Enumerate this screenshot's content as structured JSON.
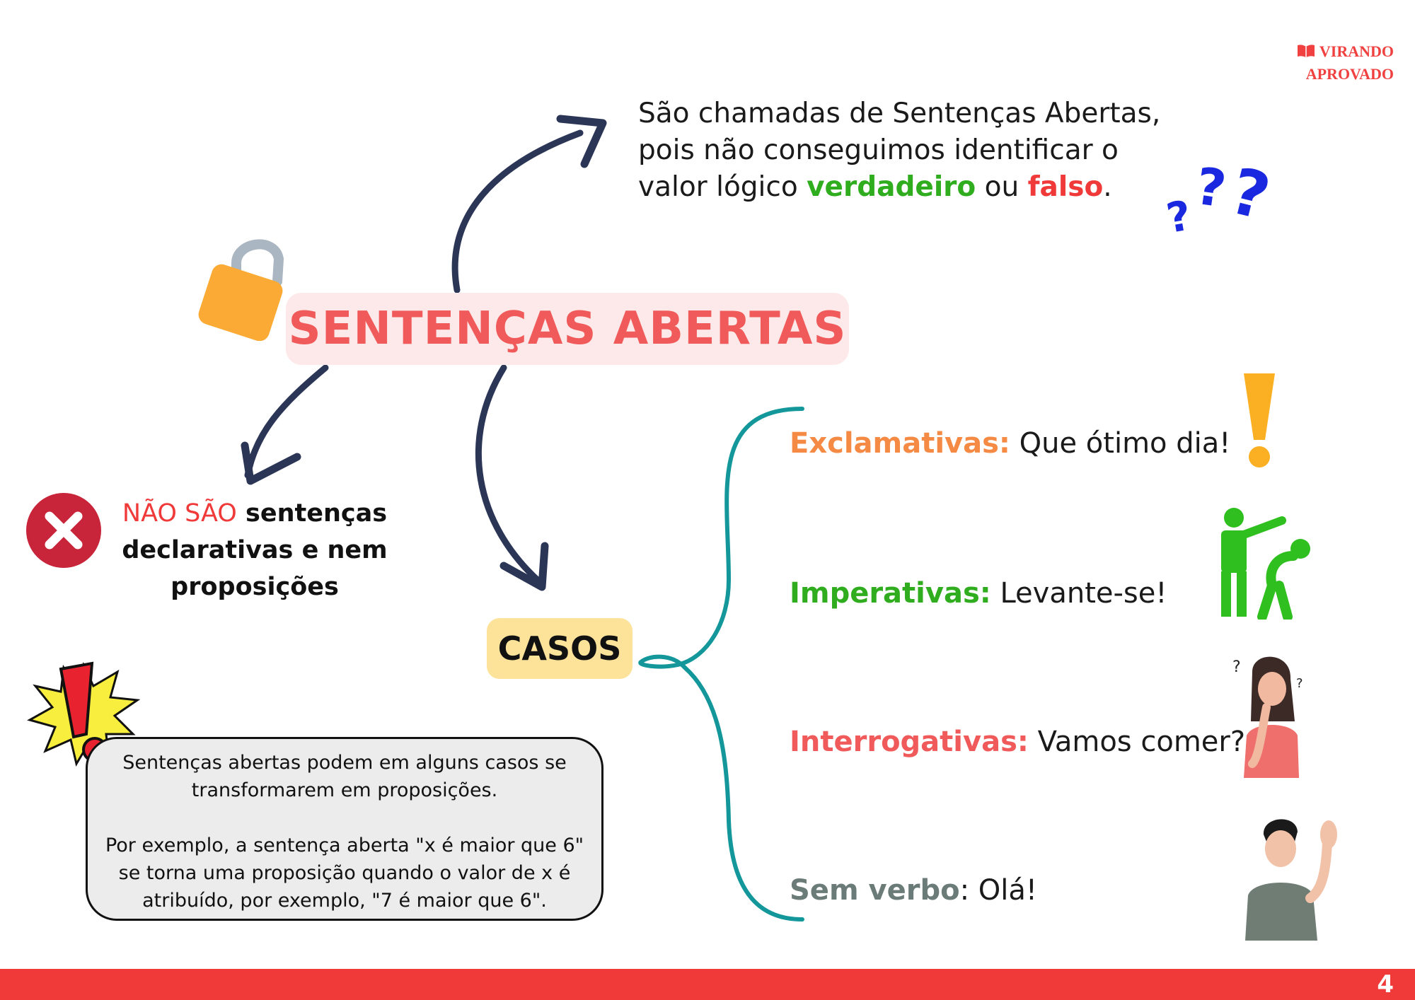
{
  "brand": {
    "line1": "VIRANDO",
    "line2": "APROVADO"
  },
  "intro": {
    "text_before": "São chamadas de Sentenças Abertas, pois não conseguimos identificar o valor lógico ",
    "true_word": "verdadeiro",
    "middle": " ou ",
    "false_word": "falso",
    "end": "."
  },
  "title": "SENTENÇAS ABERTAS",
  "not_are": {
    "highlight": "NÃO SÃO",
    "rest": " sentenças declarativas e nem proposições"
  },
  "casos": "CASOS",
  "cases": [
    {
      "label": "Exclamativas:",
      "example": " Que ótimo dia!",
      "color": "#f58a44"
    },
    {
      "label": "Imperativas:",
      "example": " Levante-se!",
      "color": "#2fad1e"
    },
    {
      "label": "Interrogativas:",
      "example": " Vamos comer?",
      "color": "#f05a5a"
    },
    {
      "label": "Sem verbo",
      "example": ": Olá!",
      "color": "#6b7c78"
    }
  ],
  "note": {
    "p1": "Sentenças abertas podem em alguns casos se transformarem em proposições.",
    "p2": "Por exemplo, a sentença aberta \"x é maior que 6\" se torna uma proposição quando o valor de x é atribuído, por exemplo, \"7 é maior que 6\"."
  },
  "page_number": "4",
  "colors": {
    "accent_red": "#f03a3a",
    "arrow_navy": "#2b3556",
    "teal": "#13979a",
    "title_pink": "#f05a5a"
  }
}
